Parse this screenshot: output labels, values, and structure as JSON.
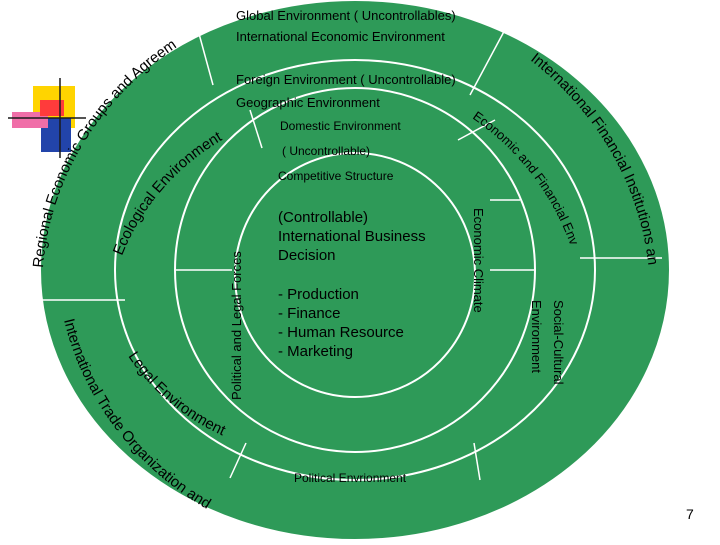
{
  "colors": {
    "ring_fill": "#2E9A58",
    "ring_stroke": "#FFFFFF",
    "deco_yellow": "#FFD400",
    "deco_red": "#FF3B3B",
    "deco_blue": "#2244AA",
    "deco_pink": "#F06EA8"
  },
  "diagram": {
    "top": {
      "global_line1": "Global Environment  ( Uncontrollables)",
      "global_line2": "International Economic  Environment",
      "foreign": "Foreign Environment ( Uncontrollable)",
      "geographic": "Geographic Environment",
      "domestic": "Domestic Environment",
      "uncontrollable": "( Uncontrollable)",
      "competitive": "Competitive Structure"
    },
    "core": {
      "controllable_lines": [
        "(Controllable)",
        "International Business",
        "Decision"
      ],
      "functions": [
        "- Production",
        "- Finance",
        "- Human Resource",
        "- Marketing"
      ]
    },
    "arcs": {
      "regional_groups": "Regional Economic Groups and Agreement",
      "ecological": "Ecological Environment",
      "intl_financial": "International Financial Institutions and System",
      "econ_financial": "Economic and Financial Environment",
      "intl_trade": "International Trade Organization and Agreements",
      "legal_env": "Legal Environment"
    },
    "vertical": {
      "political_legal": "Political and Legal Forces",
      "economic_climate": "Economic Climate",
      "social_cultural": "Social-Cultural",
      "environment": "Environment"
    },
    "bottom": {
      "political_env": "Political Envrionment"
    }
  },
  "page_number": "7"
}
